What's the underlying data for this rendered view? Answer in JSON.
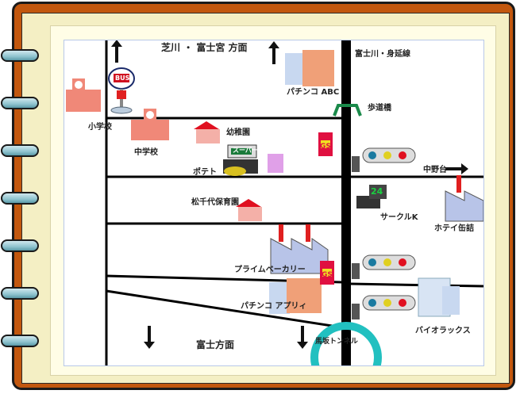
{
  "map": {
    "direction_north": "芝川 ・ 富士宮 方面",
    "direction_south": "富士方面",
    "rail_line": "富士川・身延線",
    "tunnel": "馬坂トンネル",
    "bus_sign": "BUS",
    "places": {
      "elementary_school": "小学校",
      "junior_high": "中学校",
      "kindergarten": "幼稚園",
      "supermarket_sign": "スーパー",
      "potato": "ポテト",
      "pachinko_abc": "パチンコ ABC",
      "footbridge": "歩道橋",
      "nakanodai": "中野台",
      "gas_station_sign": "GS",
      "nursery": "松千代保育園",
      "circle_k": "サークルK",
      "circle_k_sign": "24",
      "hotei": "ホテイ缶詰",
      "prime_bakery": "プライムベーカリー",
      "pachinko_appli": "パチンコ アプリィ",
      "bioluxs": "バイオラックス"
    }
  }
}
